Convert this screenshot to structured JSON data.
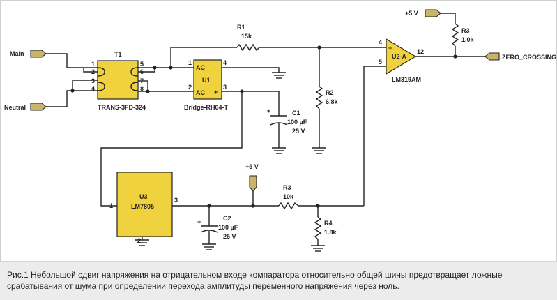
{
  "ports": {
    "main": "Main",
    "neutral": "Neutral",
    "vcc_top": "+5 V",
    "vcc_mid": "+5 V",
    "zero_crossing": "ZERO_CROSSING"
  },
  "t1": {
    "ref": "T1",
    "part": "TRANS-3FD-324",
    "pins": [
      "1",
      "2",
      "3",
      "4",
      "5",
      "6",
      "7",
      "8"
    ]
  },
  "u1": {
    "ref": "U1",
    "part": "Bridge-RH04-T",
    "pin_ac1": "AC",
    "pin_ac2": "AC",
    "pin_minus": "-",
    "pin_plus": "+",
    "n1": "1",
    "n2": "2",
    "n3": "3",
    "n4": "4"
  },
  "r1": {
    "ref": "R1",
    "value": "15k"
  },
  "r2": {
    "ref": "R2",
    "value": "6.8k"
  },
  "r3_top": {
    "ref": "R3",
    "value": "1.0k"
  },
  "r3_mid": {
    "ref": "R3",
    "value": "10k"
  },
  "r4": {
    "ref": "R4",
    "value": "1.8k"
  },
  "c1": {
    "ref": "C1",
    "value": "100 µF",
    "voltage": "25 V",
    "polarity": "+"
  },
  "c2": {
    "ref": "C2",
    "value": "100 µF",
    "voltage": "25 V",
    "polarity": "+"
  },
  "u2": {
    "ref": "U2-A",
    "part": "LM319AM",
    "in_plus": "+",
    "in_minus": "-",
    "n4": "4",
    "n5": "5",
    "n12": "12"
  },
  "u3": {
    "ref": "U3",
    "part": "LM7805",
    "n1": "1",
    "n2": "2",
    "n3": "3"
  },
  "caption": "Рис.1 Небольшой сдвиг напряжения на отрицательном входе компаратора относительно общей шины предотвращает ложные срабатывания от шума при определении перехода амплитуды переменного напряжения через ноль.",
  "colors": {
    "component_fill": "#f0d23e",
    "port_fill": "#c9b56a",
    "wire": "#222222",
    "caption_bg": "#ececec"
  }
}
